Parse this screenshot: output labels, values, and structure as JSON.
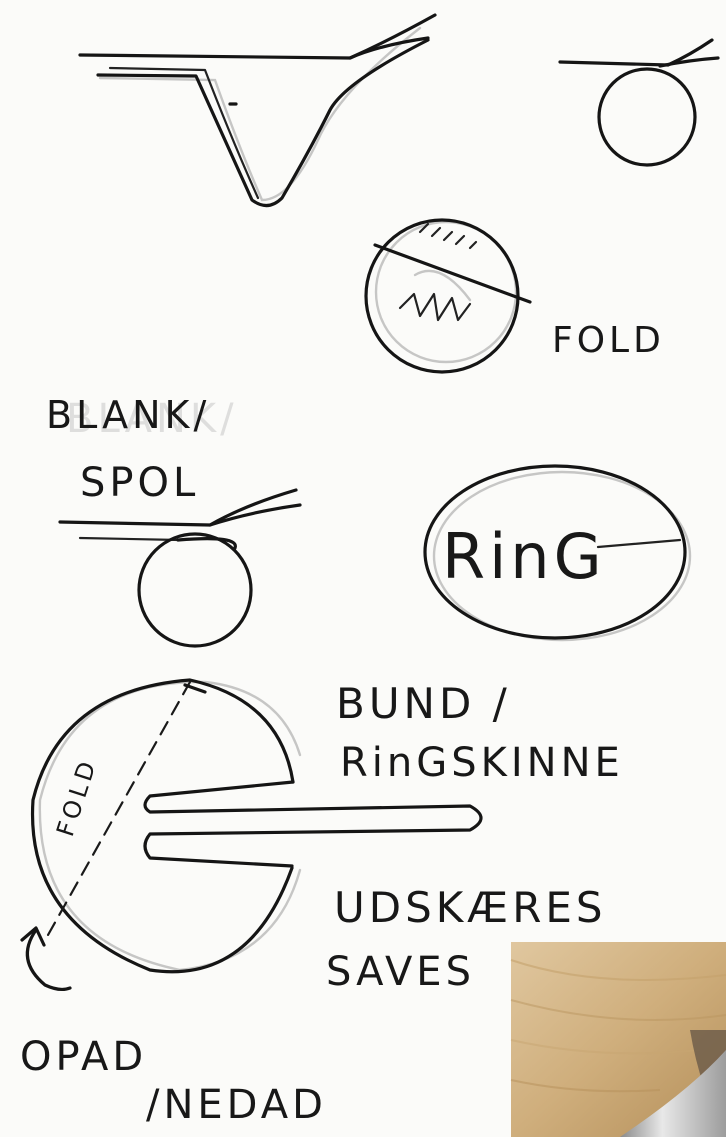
{
  "labels": {
    "fold": "FOLD",
    "blank_spol_line1": "BLANK/",
    "blank_spol_line2": "SPOL",
    "ring": "RinG",
    "bund_line1": "BUND /",
    "bund_line2": "RinGSKINNE",
    "fold_vertical": "FOLD",
    "udskaeres": "UDSKÆRES",
    "saves": "SAVES",
    "opad": "OPAD",
    "nedad": "/NEDAD"
  },
  "colors": {
    "paper": "#fbfbf9",
    "ink": "#151515",
    "wood_light": "#d9bd92",
    "wood_dark": "#b8955f",
    "steel": "#c8c8c8"
  },
  "icons": {
    "hatch": "hatch-marks",
    "zigzag": "zigzag-marks",
    "curved_arrow": "curved-arrow-icon"
  }
}
